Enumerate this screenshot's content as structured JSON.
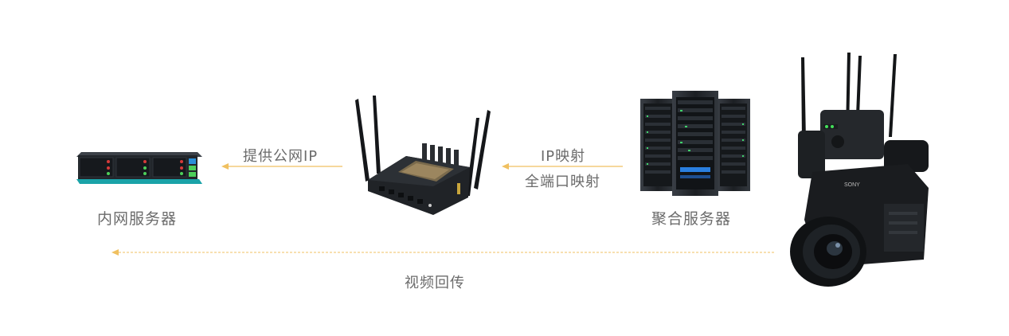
{
  "nodes": {
    "intranet_server": {
      "label": "内网服务器"
    },
    "router": {
      "label": ""
    },
    "aggregation_server": {
      "label": "聚合服务器"
    },
    "camera": {
      "label": ""
    }
  },
  "edges": {
    "router_to_intranet": {
      "label": "提供公网IP"
    },
    "aggregation_to_router": {
      "label_line1": "IP映射",
      "label_line2": "全端口映射"
    },
    "camera_to_intranet": {
      "label": "视频回传"
    }
  },
  "colors": {
    "arrow": "#f0c060",
    "dashed_arrow": "#f0c060",
    "text": "#6b6b6b",
    "teal": "#1aa3a8"
  },
  "camera_brand": "SONY"
}
